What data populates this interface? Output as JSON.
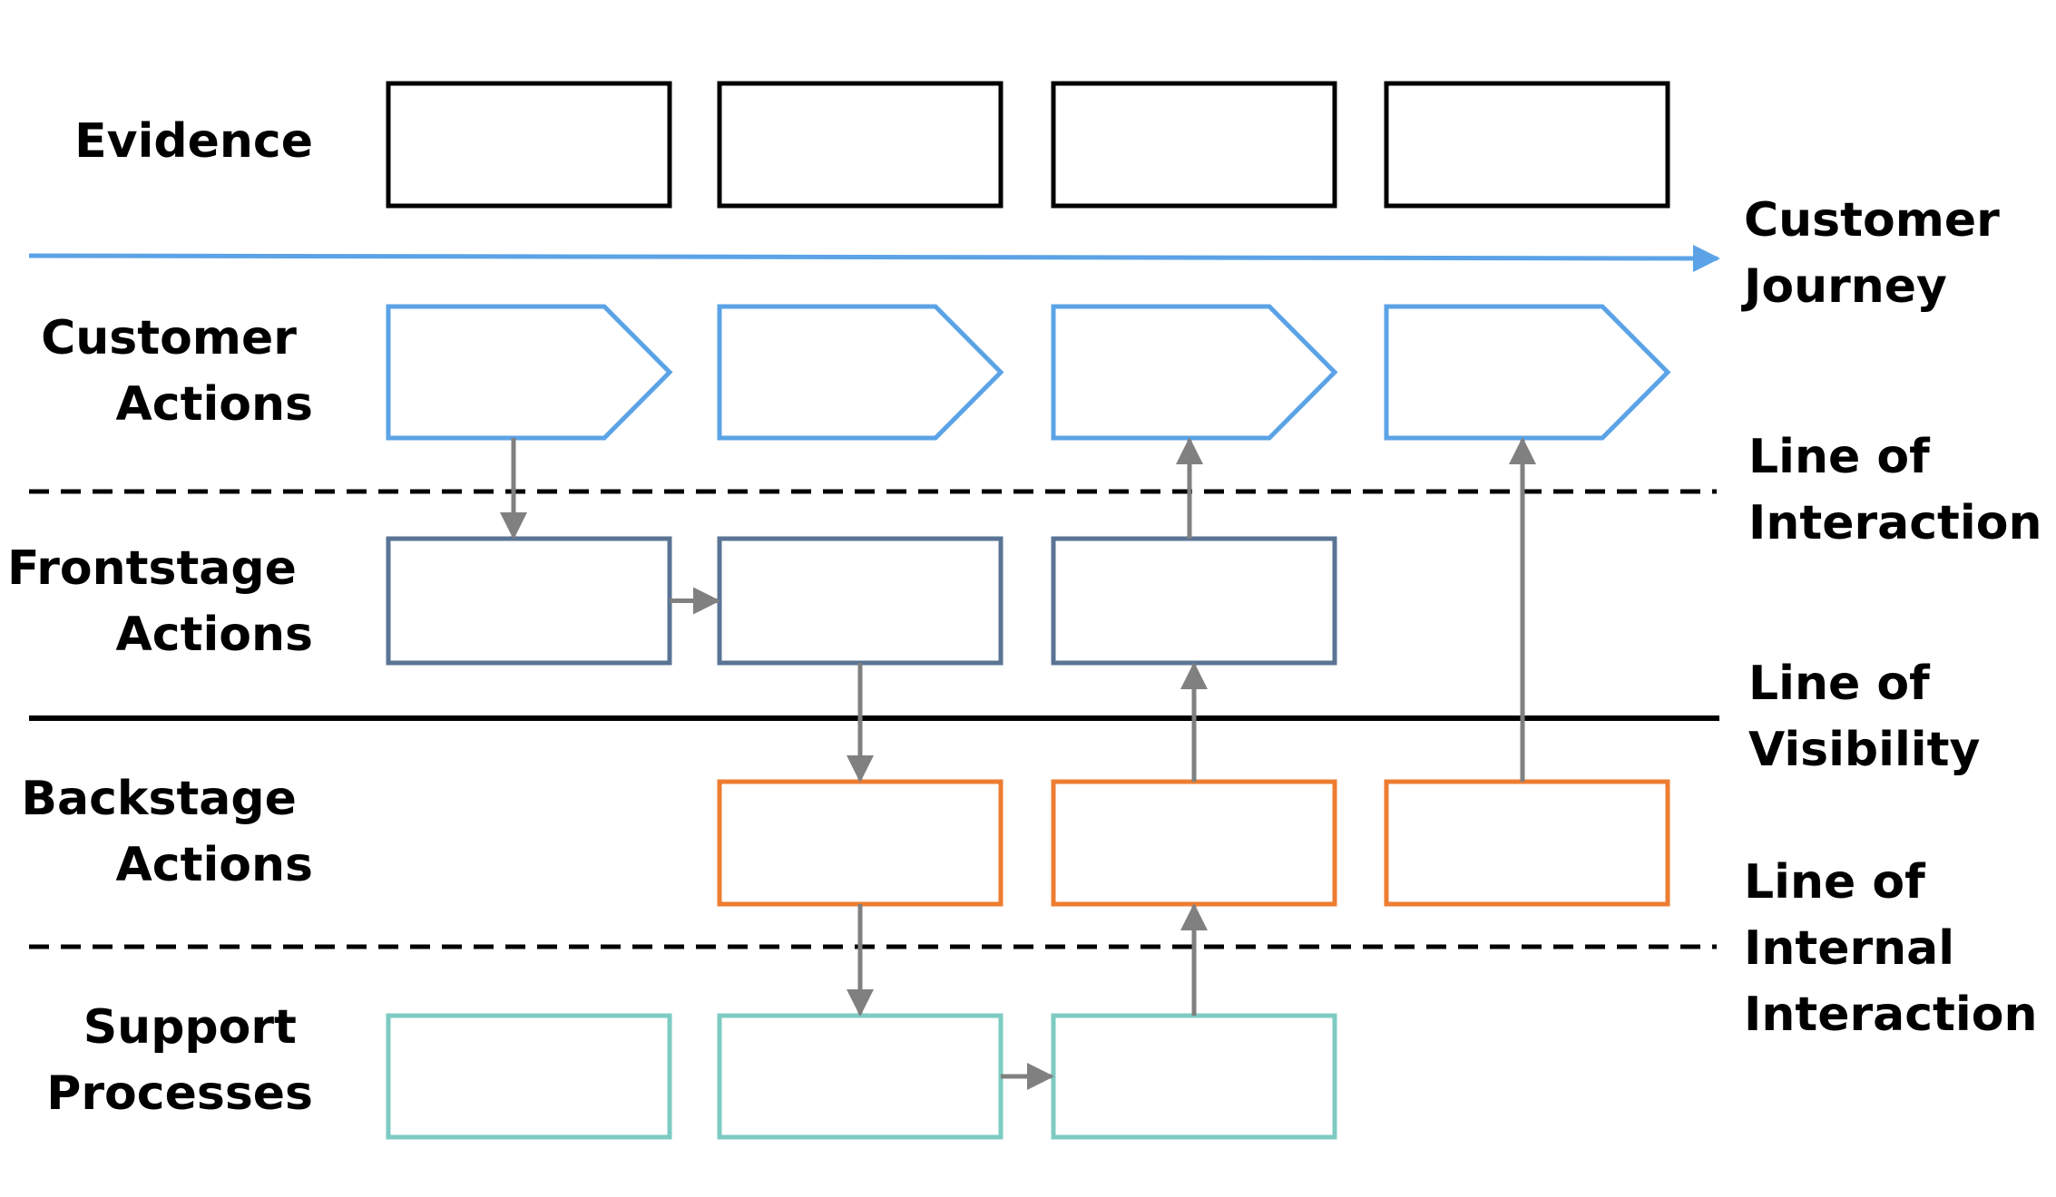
{
  "row_labels": {
    "evidence": [
      "Evidence"
    ],
    "customer_actions": [
      "Customer",
      "Actions"
    ],
    "frontstage_actions": [
      "Frontstage",
      "Actions"
    ],
    "backstage_actions": [
      "Backstage",
      "Actions"
    ],
    "support_processes": [
      "Support",
      "Processes"
    ]
  },
  "line_labels": {
    "customer_journey": [
      "Customer",
      "Journey"
    ],
    "line_of_interaction": [
      "Line of",
      "Interaction"
    ],
    "line_of_visibility": [
      "Line of",
      "Visibility"
    ],
    "line_of_internal_interaction": [
      "Line of",
      "Internal",
      "Interaction"
    ]
  },
  "colors": {
    "evidence": "#000000",
    "customer_actions": "#5ba3e6",
    "frontstage_actions": "#5a7494",
    "backstage_actions": "#ed7d31",
    "support_processes": "#7ecbc3",
    "connector": "#808080",
    "journey_arrow": "#5ba3e6",
    "divider": "#000000"
  },
  "rows": {
    "evidence": {
      "shape": "rect",
      "columns": [
        1,
        2,
        3,
        4
      ]
    },
    "customer_actions": {
      "shape": "pentagon-arrow",
      "columns": [
        1,
        2,
        3,
        4
      ]
    },
    "frontstage_actions": {
      "shape": "rect",
      "columns": [
        1,
        2,
        3
      ]
    },
    "backstage_actions": {
      "shape": "rect",
      "columns": [
        2,
        3,
        4
      ]
    },
    "support_processes": {
      "shape": "rect",
      "columns": [
        1,
        2,
        3
      ]
    }
  },
  "dividers": {
    "line_of_interaction": "dashed",
    "line_of_visibility": "solid",
    "line_of_internal_interaction": "dashed"
  },
  "connectors": [
    {
      "from": "customer_actions.1",
      "to": "frontstage_actions.1"
    },
    {
      "from": "frontstage_actions.1",
      "to": "frontstage_actions.2"
    },
    {
      "from": "frontstage_actions.2",
      "to": "backstage_actions.2"
    },
    {
      "from": "frontstage_actions.3",
      "to": "customer_actions.3"
    },
    {
      "from": "backstage_actions.3",
      "to": "frontstage_actions.3"
    },
    {
      "from": "backstage_actions.4",
      "to": "customer_actions.4"
    },
    {
      "from": "backstage_actions.2",
      "to": "support_processes.2"
    },
    {
      "from": "support_processes.3",
      "to": "backstage_actions.3"
    },
    {
      "from": "support_processes.2",
      "to": "support_processes.3"
    }
  ]
}
